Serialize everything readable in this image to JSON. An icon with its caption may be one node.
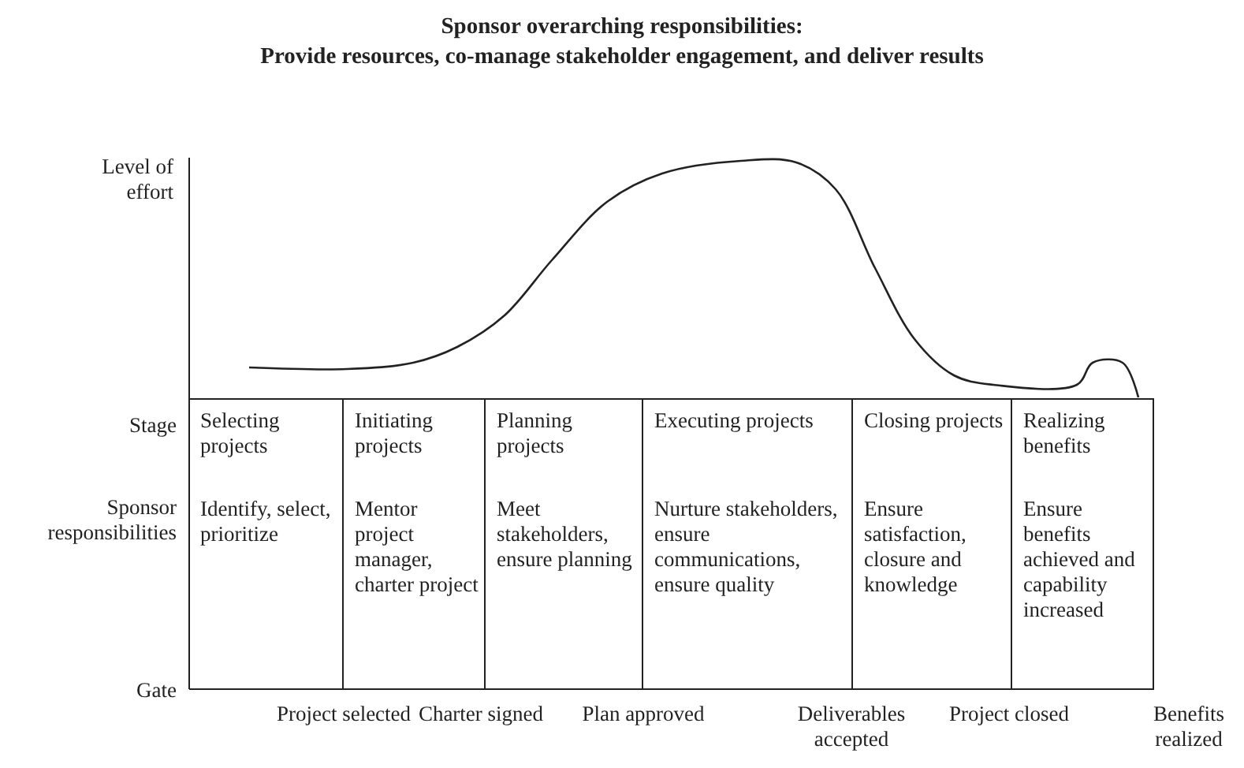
{
  "diagram": {
    "title": "Sponsor overarching responsibilities:",
    "nodes": [
      {
        "text": [
          "Selecting projects",
          "Identify, select, prioritize"
        ]
      },
      {
        "text": [
          "Initiating projects",
          "Mentor project manager, charter project"
        ]
      },
      {
        "text": [
          "Planning projects",
          "Meet stakeholders, ensure planning"
        ]
      },
      {
        "text": [
          "Executing projects",
          "Nurture stakeholders, ensure communications, ensure quality"
        ]
      },
      {
        "text": [
          "Closing projects",
          "Ensure satisfaction, closure and knowledge"
        ]
      },
      {
        "text": [
          "Realizing benefits",
          "Ensure benefits achieved and capability increased"
        ]
      }
    ],
    "labels": [
      "Provide resources, co-manage stakeholder engagement, and deliver results",
      "Level of effort",
      "Stage",
      "Sponsor responsibilities",
      "Gate",
      "Project selected",
      "Charter signed",
      "Plan approved",
      "Deliverables accepted",
      "Project closed",
      "Benefits realized"
    ]
  }
}
